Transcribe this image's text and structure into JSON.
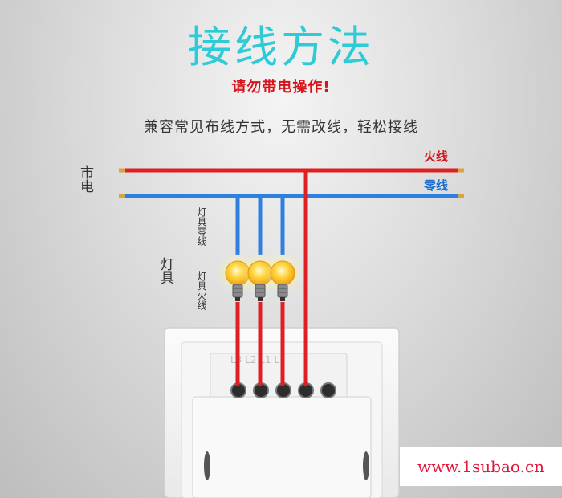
{
  "title": "接线方法",
  "warning": "请勿带电操作!",
  "subtitle": "兼容常见布线方式，无需改线，轻松接线",
  "labels": {
    "mains": "市电",
    "lamp": "灯具",
    "lamp_neutral": "灯具零线",
    "lamp_live": "灯具火线",
    "live_wire": "火线",
    "neutral_wire": "零线"
  },
  "switch_panel_text": "L3 L2 L1 L",
  "watermark": "www.1subao.cn",
  "colors": {
    "live": "#e02020",
    "neutral": "#2f7fe0",
    "title": "#2ecad6",
    "warning": "#d6141c"
  },
  "bulb_count": 3
}
